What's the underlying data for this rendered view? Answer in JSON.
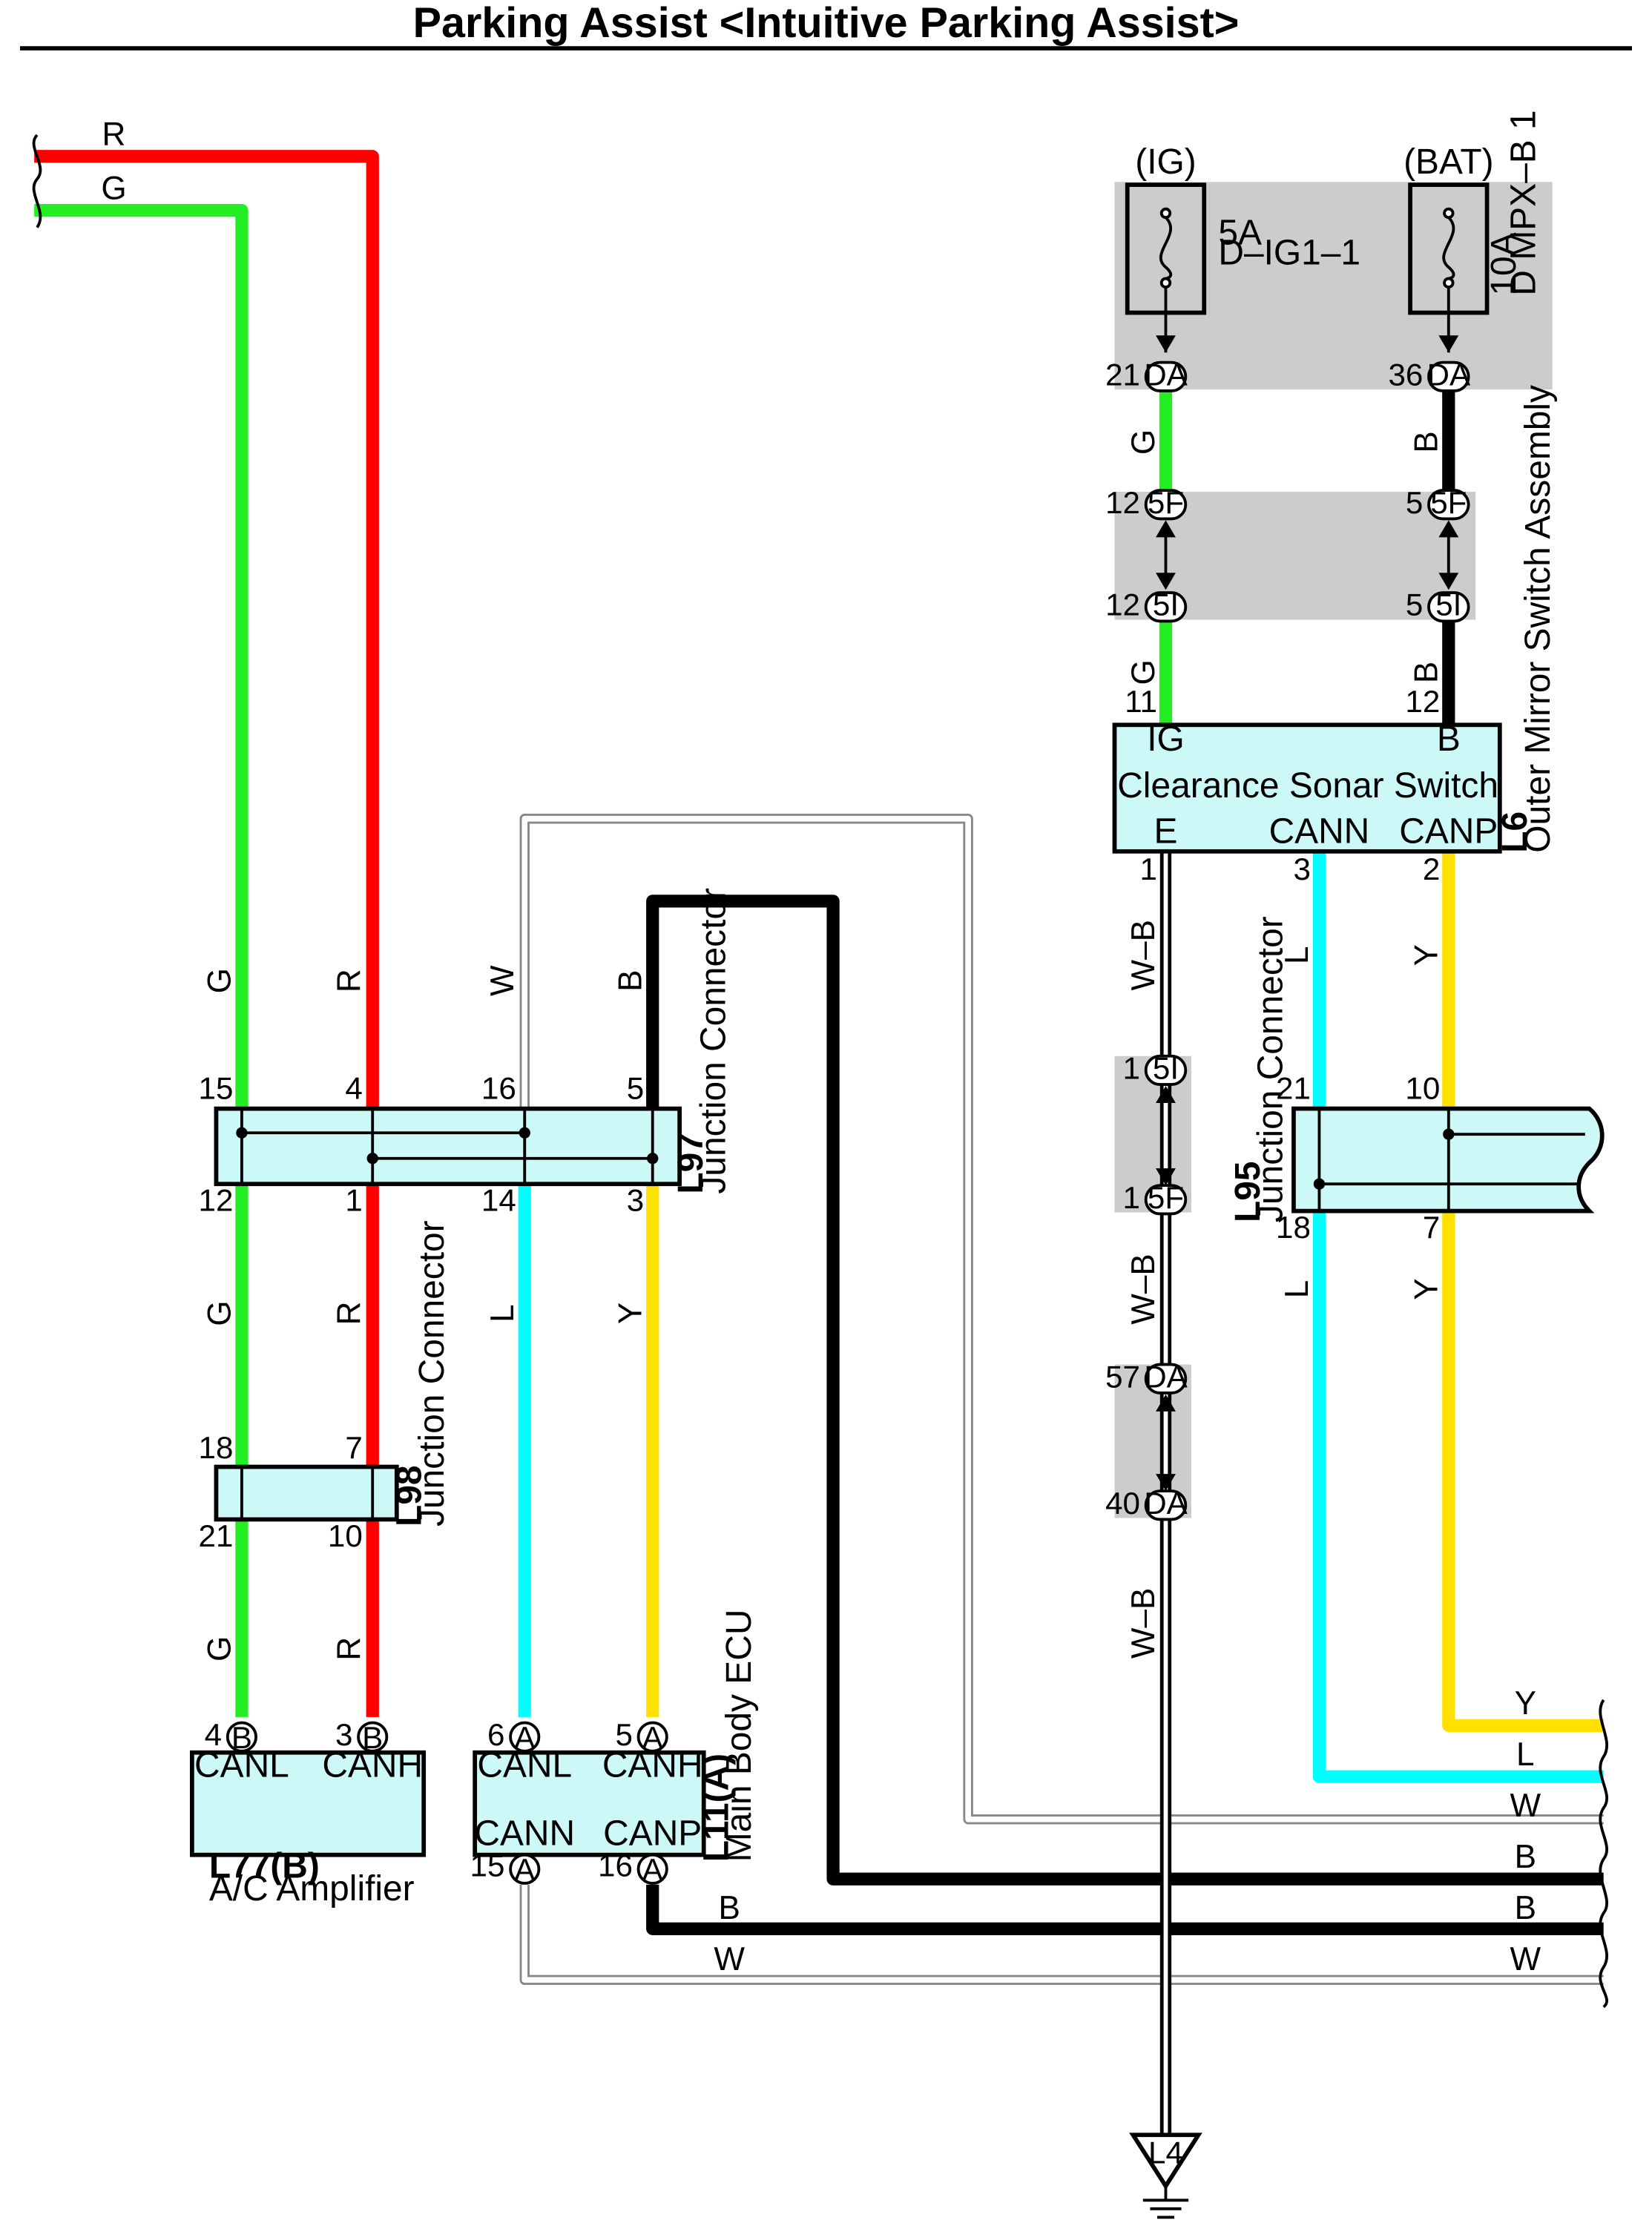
{
  "page": {
    "title": "Parking Assist <Intuitive Parking Assist>"
  },
  "colors": {
    "red": "#ff0000",
    "green": "#22ee22",
    "cyan": "#00ffff",
    "yellow": "#ffe000",
    "black": "#000000",
    "box_fill": "#ccf8f8",
    "shade": "#cccccc"
  },
  "wire_labels": {
    "r": "R",
    "g": "G",
    "w": "W",
    "b": "B",
    "l": "L",
    "y": "Y",
    "wb": "W–B"
  },
  "power": {
    "ig": {
      "label": "(IG)",
      "rating": "5A",
      "name": "D–IG1–1"
    },
    "bat": {
      "label": "(BAT)",
      "rating": "10A",
      "name": "D MPX–B 1"
    }
  },
  "connectors": {
    "da": "DA",
    "f5": "5F",
    "i5": "5I",
    "a": "A",
    "b": "B",
    "ground": "L4"
  },
  "pins": {
    "p21": "21",
    "p36": "36",
    "p12": "12",
    "p5": "5",
    "p11": "11",
    "p1": "1",
    "p3": "3",
    "p2": "2",
    "p10": "10",
    "p18": "18",
    "p7": "7",
    "p57": "57",
    "p40": "40",
    "p15": "15",
    "p4": "4",
    "p16": "16",
    "p14": "14",
    "p6": "6"
  },
  "components": {
    "l6": {
      "code": "L6",
      "name": "Outer Mirror Switch Assembly",
      "title": "Clearance Sonar Switch",
      "t_ig": "IG",
      "t_b": "B",
      "t_e": "E",
      "t_cann": "CANN",
      "t_canp": "CANP"
    },
    "l95": {
      "code": "L95",
      "name": "Junction Connector"
    },
    "l97": {
      "code": "L97",
      "name": "Junction Connector"
    },
    "l98": {
      "code": "L98",
      "name": "Junction Connector"
    },
    "l77": {
      "code": "L77(B)",
      "name": "A/C Amplifier",
      "t_canl": "CANL",
      "t_canh": "CANH"
    },
    "l11": {
      "code": "L11(A)",
      "name": "Main Body ECU",
      "t_canl": "CANL",
      "t_canh": "CANH",
      "t_cann": "CANN",
      "t_canp": "CANP"
    }
  }
}
